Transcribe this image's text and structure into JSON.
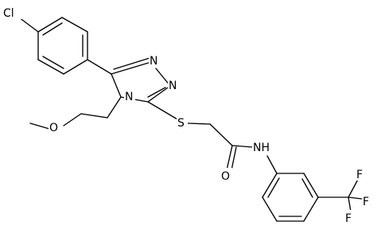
{
  "structure": {
    "atom_labels": {
      "cl": "Cl",
      "n_triazole_1": "N",
      "n_triazole_2": "N",
      "n_triazole_4": "N",
      "o_methoxy": "O",
      "s_thioether": "S",
      "o_carbonyl": "O",
      "nh_amide": "NH",
      "f1": "F",
      "f2": "F",
      "f3": "F"
    },
    "colors": {
      "bond": "#000000",
      "label": "#000000",
      "background": "#ffffff"
    }
  }
}
